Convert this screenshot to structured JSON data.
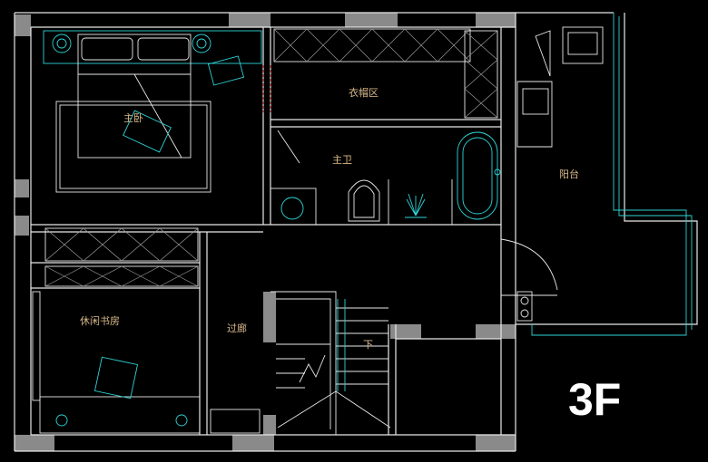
{
  "floor": {
    "label": "3F"
  },
  "rooms": {
    "master_bedroom": "主卧",
    "closet": "衣帽区",
    "master_bath": "主卫",
    "balcony": "阳台",
    "study": "休闲书房",
    "corridor": "过廊",
    "stair_down": "下"
  },
  "colors": {
    "background": "#000000",
    "wall": "#e8e8e8",
    "furniture": "#2fd3d6",
    "label": "#d9b98a",
    "column": "#8a8a8a"
  }
}
